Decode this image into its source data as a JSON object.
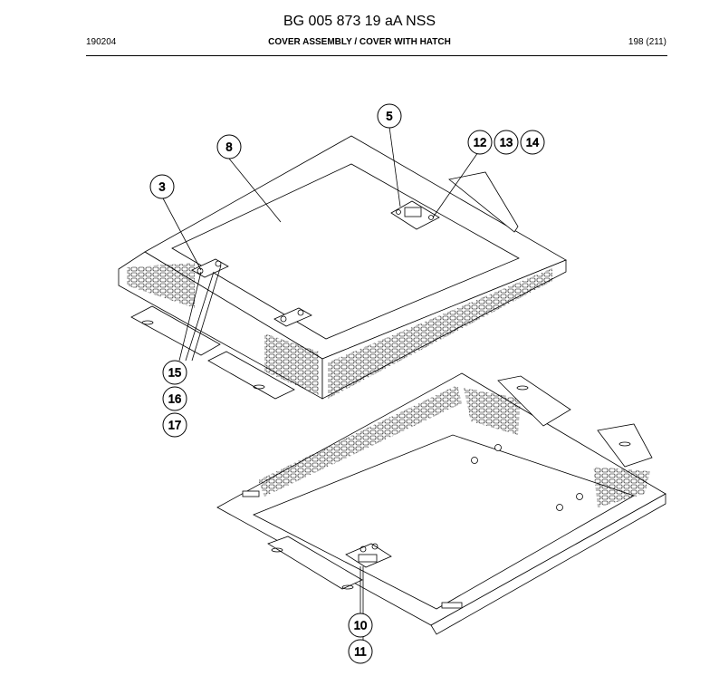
{
  "header": {
    "document_number": "BG 005 873 19 aA NSS",
    "date_code": "190204",
    "section_title": "COVER ASSEMBLY / COVER WITH HATCH",
    "page_number": "198 (211)"
  },
  "callouts": {
    "c3": "3",
    "c5": "5",
    "c8": "8",
    "c10": "10",
    "c11": "11",
    "c12": "12",
    "c13": "13",
    "c14": "14",
    "c15": "15",
    "c16": "16",
    "c17": "17"
  }
}
